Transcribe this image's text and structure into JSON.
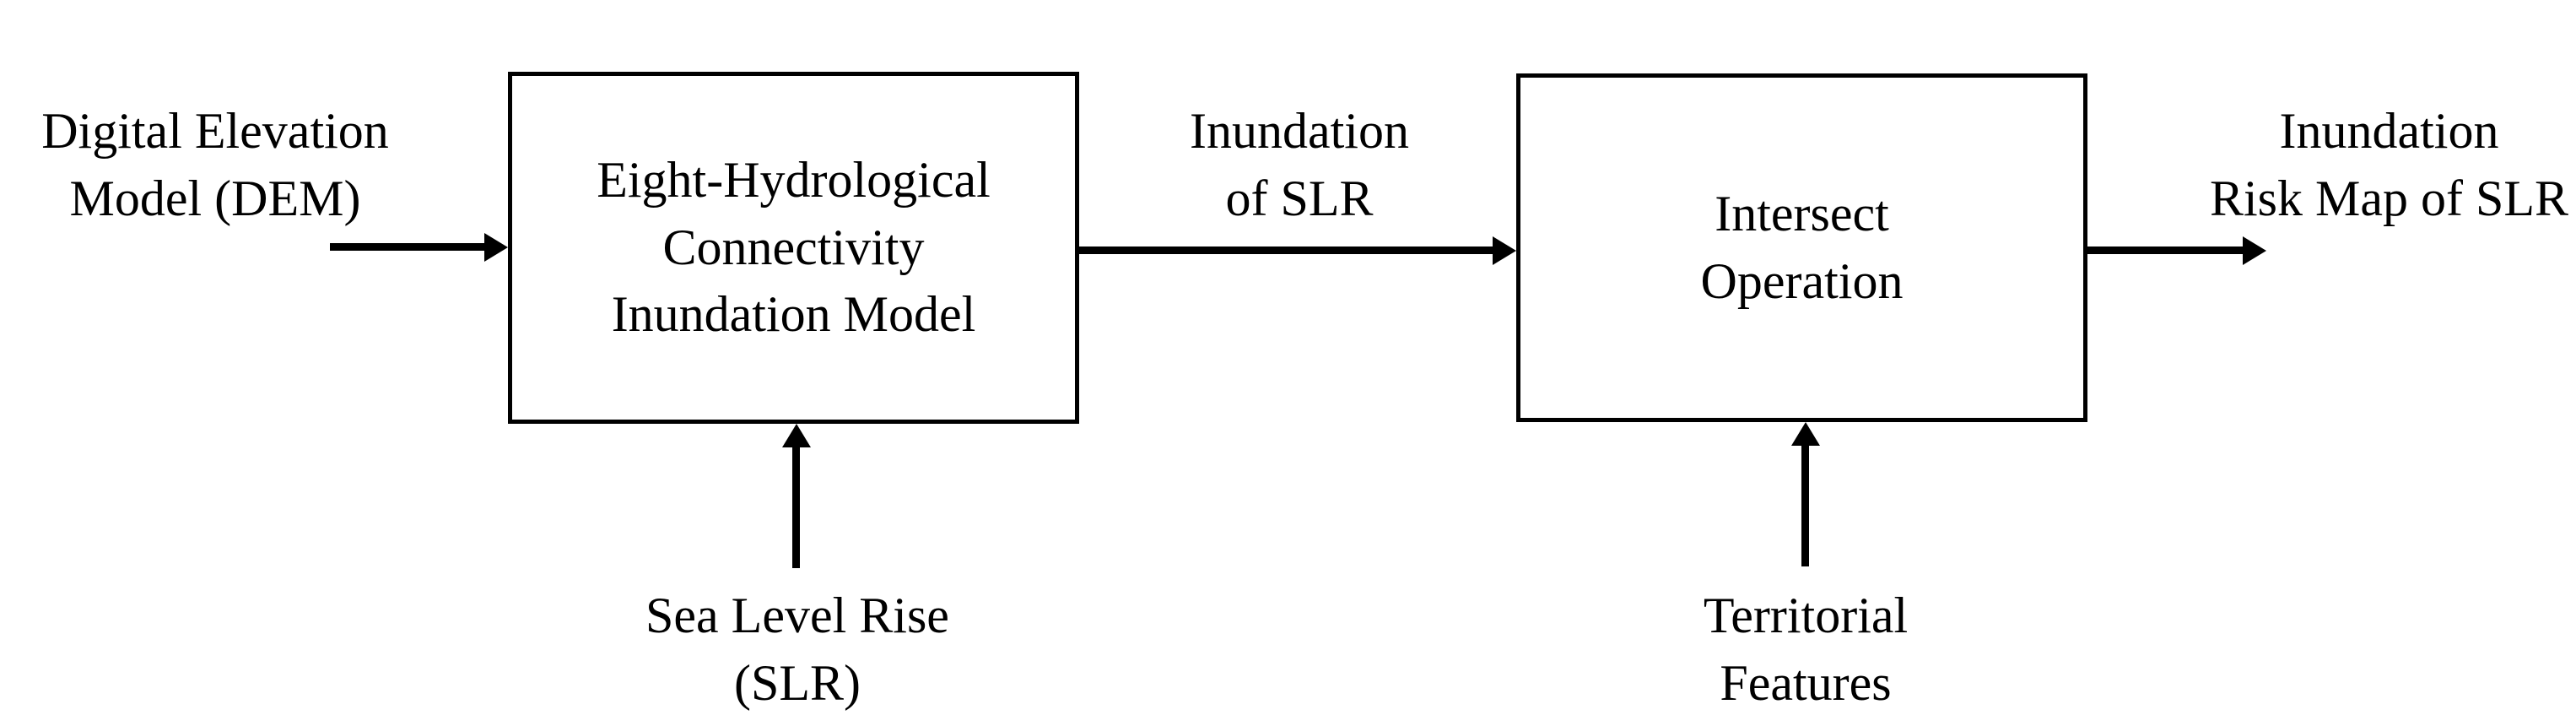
{
  "diagram": {
    "title": "Eight-Hydrological Connectivity Inundation Model workflow",
    "background_color": "#ffffff",
    "stroke_color": "#000000"
  },
  "inputs": {
    "dem": {
      "line1": "Digital Elevation",
      "line2": "Model (DEM)"
    },
    "sea_level_rise": {
      "line1": "Sea Level Rise",
      "line2": "(SLR)"
    },
    "territorial_features": {
      "line1": "Territorial",
      "line2": "Features"
    }
  },
  "processes": {
    "inundation_model": {
      "line1": "Eight-Hydrological",
      "line2": "Connectivity",
      "line3": "Inundation Model"
    },
    "intersect": {
      "line1": "Intersect",
      "line2": "Operation"
    }
  },
  "flows": {
    "inundation_of_slr": {
      "line1": "Inundation",
      "line2": "of SLR"
    },
    "inundation_risk_map": {
      "line1": "Inundation",
      "line2": "Risk Map of SLR"
    }
  },
  "connectors": {
    "dem_to_model": "arrow-right",
    "model_to_intersect": "arrow-right",
    "intersect_to_map": "arrow-right",
    "slr_to_model": "arrow-up",
    "territorial_to_intersect": "arrow-up"
  }
}
